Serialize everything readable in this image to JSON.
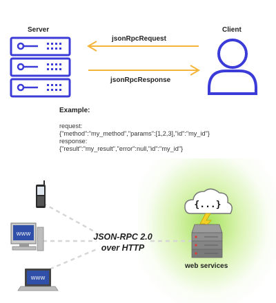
{
  "top": {
    "server_label": "Server",
    "client_label": "Client",
    "request_label": "jsonRpcRequest",
    "response_label": "jsonRpcResponse"
  },
  "example": {
    "title": "Example:",
    "lines": [
      "request:",
      "{\"method\":\"my_method\",\"params\":[1,2,3],\"id\":\"my_id\"}",
      "response:",
      "{\"result\":\"my_result\",\"error\":null,\"id\":\"my_id\"}"
    ]
  },
  "bottom": {
    "protocol_line1": "JSON-RPC 2.0",
    "protocol_line2": "over HTTP",
    "cloud_text": "{...}",
    "services_label": "web services",
    "screen_text": "WWW"
  },
  "colors": {
    "accent": "#3b3bd8",
    "arrow": "#f5b53a",
    "glow": "#9bdc4a"
  }
}
